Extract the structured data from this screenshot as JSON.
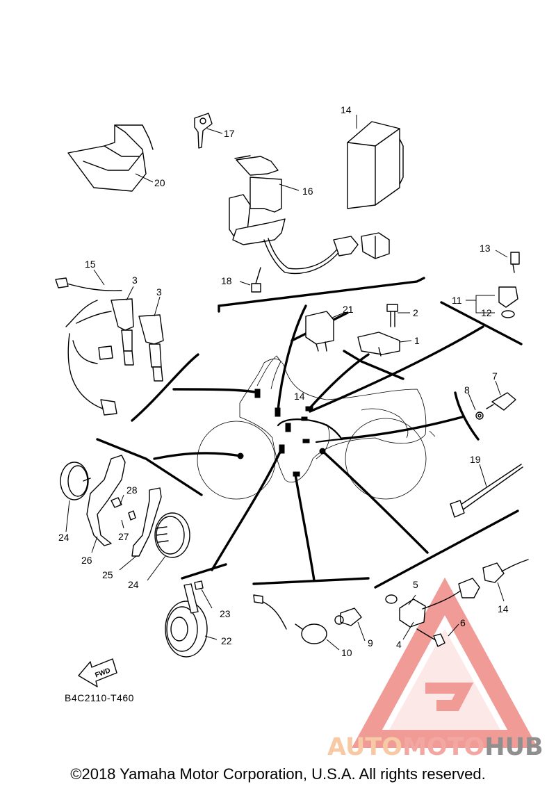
{
  "diagram": {
    "callouts": {
      "c1": "1",
      "c2": "2",
      "c3a": "3",
      "c3b": "3",
      "c4": "4",
      "c5": "5",
      "c6": "6",
      "c7": "7",
      "c8": "8",
      "c9": "9",
      "c10": "10",
      "c11": "11",
      "c12": "12",
      "c13": "13",
      "c14a": "14",
      "c14b": "14",
      "c14c": "14",
      "c15": "15",
      "c16": "16",
      "c17": "17",
      "c18": "18",
      "c19": "19",
      "c20": "20",
      "c21": "21",
      "c22": "22",
      "c23": "23",
      "c24a": "24",
      "c24b": "24",
      "c25": "25",
      "c26": "26",
      "c27": "27",
      "c28": "28"
    },
    "fwd_label": "FWD",
    "figure_code": "B4C2110-T460"
  },
  "footer": {
    "copyright": "©2018 Yamaha Motor Corporation, U.S.A. All rights reserved."
  },
  "watermark": {
    "brand_part1": "AUTO",
    "brand_part2": "MOTO",
    "brand_part3": "HUB",
    "colors": {
      "triangle": "#ef8a86",
      "auto": "#f7c9a4",
      "moto": "#f3a7a2",
      "hub": "#8f8f8f"
    }
  }
}
